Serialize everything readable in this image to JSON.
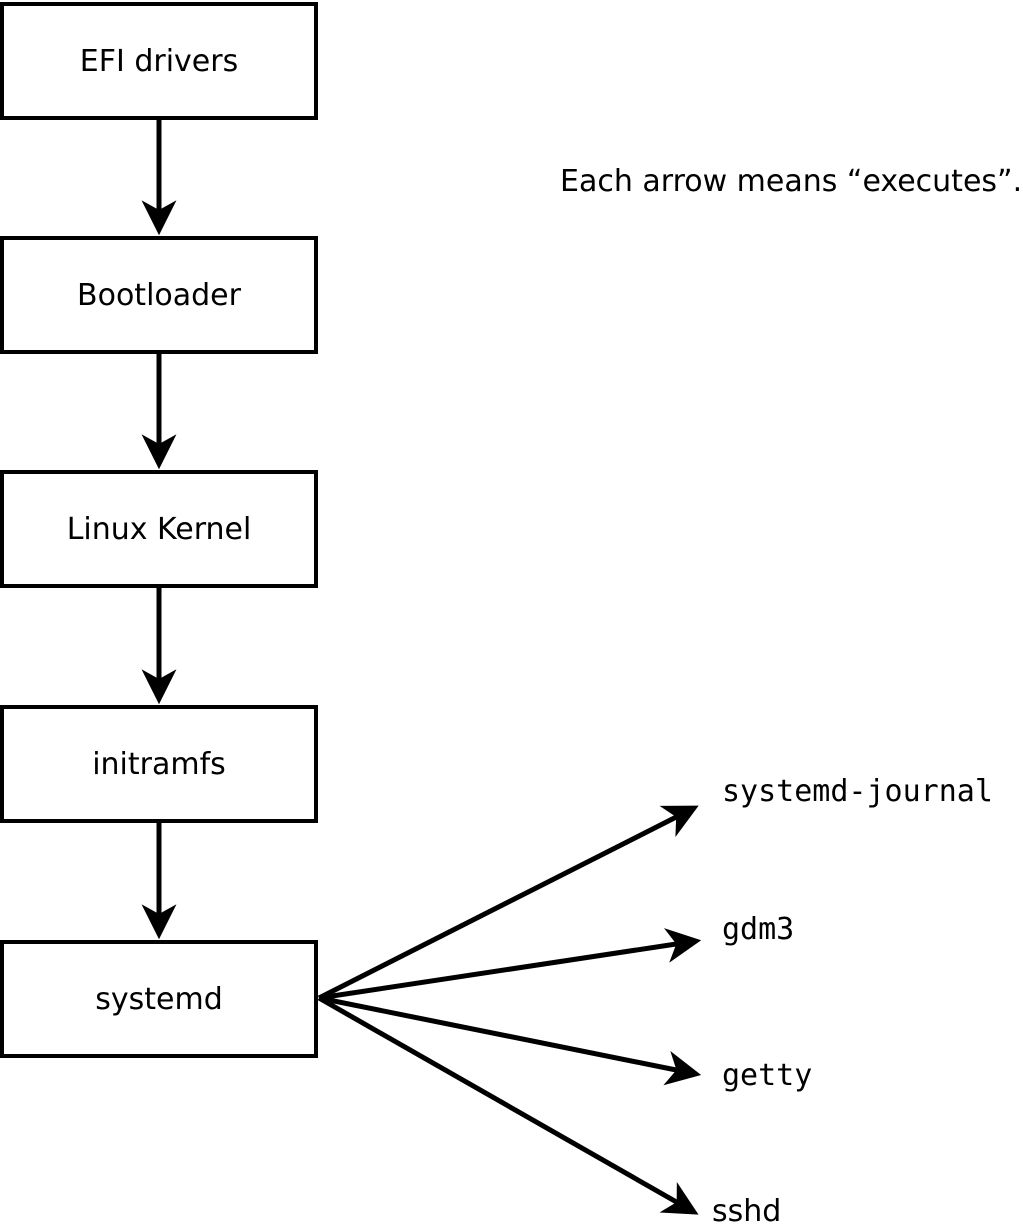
{
  "note": "Each arrow means “executes”.",
  "chain": [
    {
      "label": "EFI drivers"
    },
    {
      "label": "Bootloader"
    },
    {
      "label": "Linux Kernel"
    },
    {
      "label": "initramfs"
    },
    {
      "label": "systemd"
    }
  ],
  "services": [
    {
      "label": "systemd-journal"
    },
    {
      "label": "gdm3"
    },
    {
      "label": "getty"
    },
    {
      "label": "sshd"
    }
  ],
  "relation": "executes",
  "colors": {
    "stroke": "#000000",
    "box_fill": "#ffffff",
    "background": "#ffffff"
  }
}
